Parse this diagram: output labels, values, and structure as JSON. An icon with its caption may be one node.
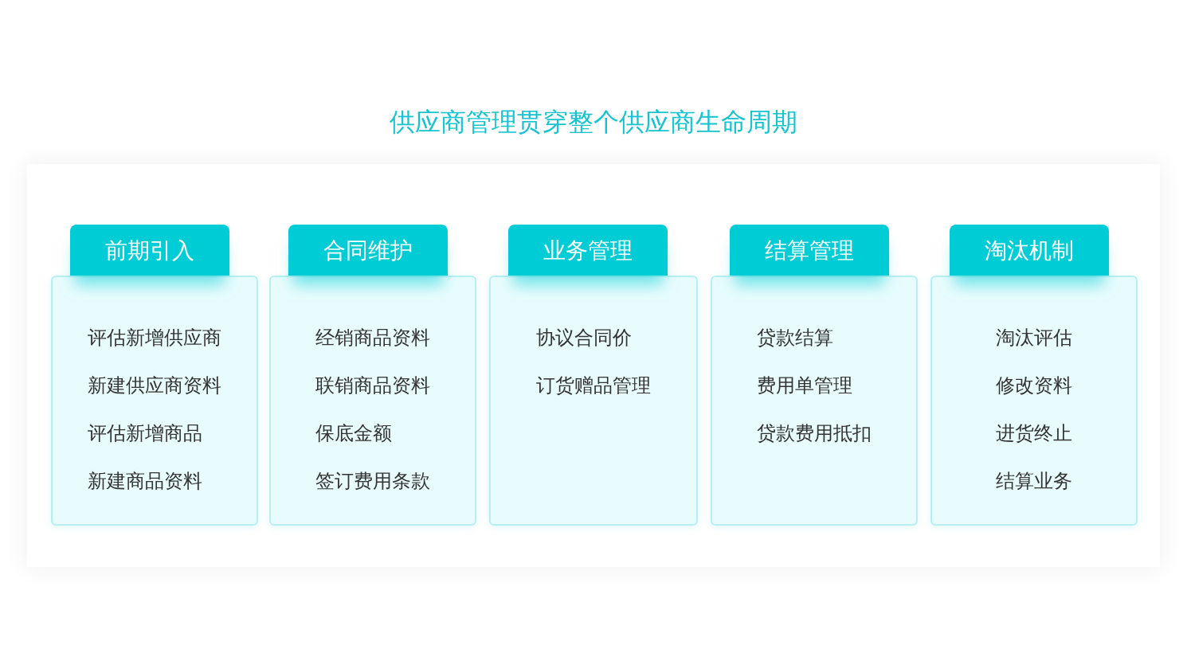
{
  "diagram": {
    "title": "供应商管理贯穿整个供应商生命周期",
    "nodes": [
      {
        "text": [],
        "shape": "box"
      },
      {
        "text": [
          "前期引入",
          "评估新增供应商",
          "新建供应商资料",
          "评估新增商品",
          "新建商品资料"
        ],
        "in": 0
      },
      {
        "text": [
          "合同维护",
          "经销商品资料",
          "联销商品资料",
          "保底金额",
          "签订费用条款"
        ],
        "in": 0
      },
      {
        "text": [
          "业务管理",
          "协议合同价",
          "订货赠品管理"
        ],
        "in": 0
      },
      {
        "text": [
          "结算管理",
          "贷款结算",
          "费用单管理",
          "贷款费用抵扣"
        ],
        "in": 0
      },
      {
        "text": [
          "淘汰机制",
          "淘汰评估",
          "修改资料",
          "进货终止",
          "结算业务"
        ],
        "in": 0
      }
    ]
  }
}
